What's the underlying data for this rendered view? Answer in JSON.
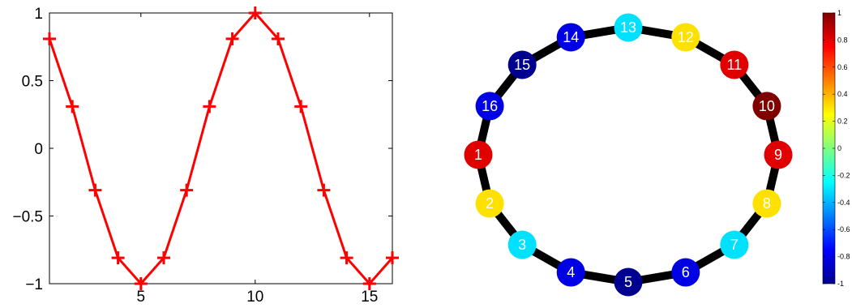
{
  "chart_data": [
    {
      "type": "line",
      "x": [
        1,
        2,
        3,
        4,
        5,
        6,
        7,
        8,
        9,
        10,
        11,
        12,
        13,
        14,
        15,
        16
      ],
      "series": [
        {
          "values": [
            0.809,
            0.309,
            -0.309,
            -0.809,
            -1,
            -0.809,
            -0.309,
            0.309,
            0.809,
            1,
            0.809,
            0.309,
            -0.309,
            -0.809,
            -1,
            -0.809
          ],
          "color": "#ff0000",
          "marker": "plus"
        }
      ],
      "xlim": [
        1,
        16
      ],
      "ylim": [
        -1,
        1
      ],
      "xticks": [
        5,
        10,
        15
      ],
      "xtick_labels": [
        "5",
        "10",
        "15"
      ],
      "yticks": [
        1,
        0.5,
        0,
        -0.5,
        -1
      ],
      "ytick_labels": [
        "1",
        "0.5",
        "0",
        "−0.5",
        "−1"
      ],
      "grid": false
    },
    {
      "type": "graph",
      "layout": "ring",
      "nodes": [
        {
          "label": "1",
          "value": 0.809
        },
        {
          "label": "2",
          "value": 0.309
        },
        {
          "label": "3",
          "value": -0.309
        },
        {
          "label": "4",
          "value": -0.809
        },
        {
          "label": "5",
          "value": -1
        },
        {
          "label": "6",
          "value": -0.809
        },
        {
          "label": "7",
          "value": -0.309
        },
        {
          "label": "8",
          "value": 0.309
        },
        {
          "label": "9",
          "value": 0.809
        },
        {
          "label": "10",
          "value": 1
        },
        {
          "label": "11",
          "value": 0.809
        },
        {
          "label": "12",
          "value": 0.309
        },
        {
          "label": "13",
          "value": -0.309
        },
        {
          "label": "14",
          "value": -0.809
        },
        {
          "label": "15",
          "value": -1
        },
        {
          "label": "16",
          "value": -0.809
        }
      ],
      "edge_color": "#000000",
      "colormap": "jet",
      "colorbar": {
        "range": [
          -1,
          1
        ],
        "ticks": [
          1,
          0.8,
          0.6,
          0.4,
          0.2,
          0,
          -0.2,
          -0.4,
          -0.6,
          -0.8,
          -1
        ],
        "tick_labels": [
          "1",
          "0.8",
          "0.6",
          "0.4",
          "0.2",
          "0",
          "-0.2",
          "-0.4",
          "-0.6",
          "-0.8",
          "-1"
        ]
      }
    }
  ]
}
